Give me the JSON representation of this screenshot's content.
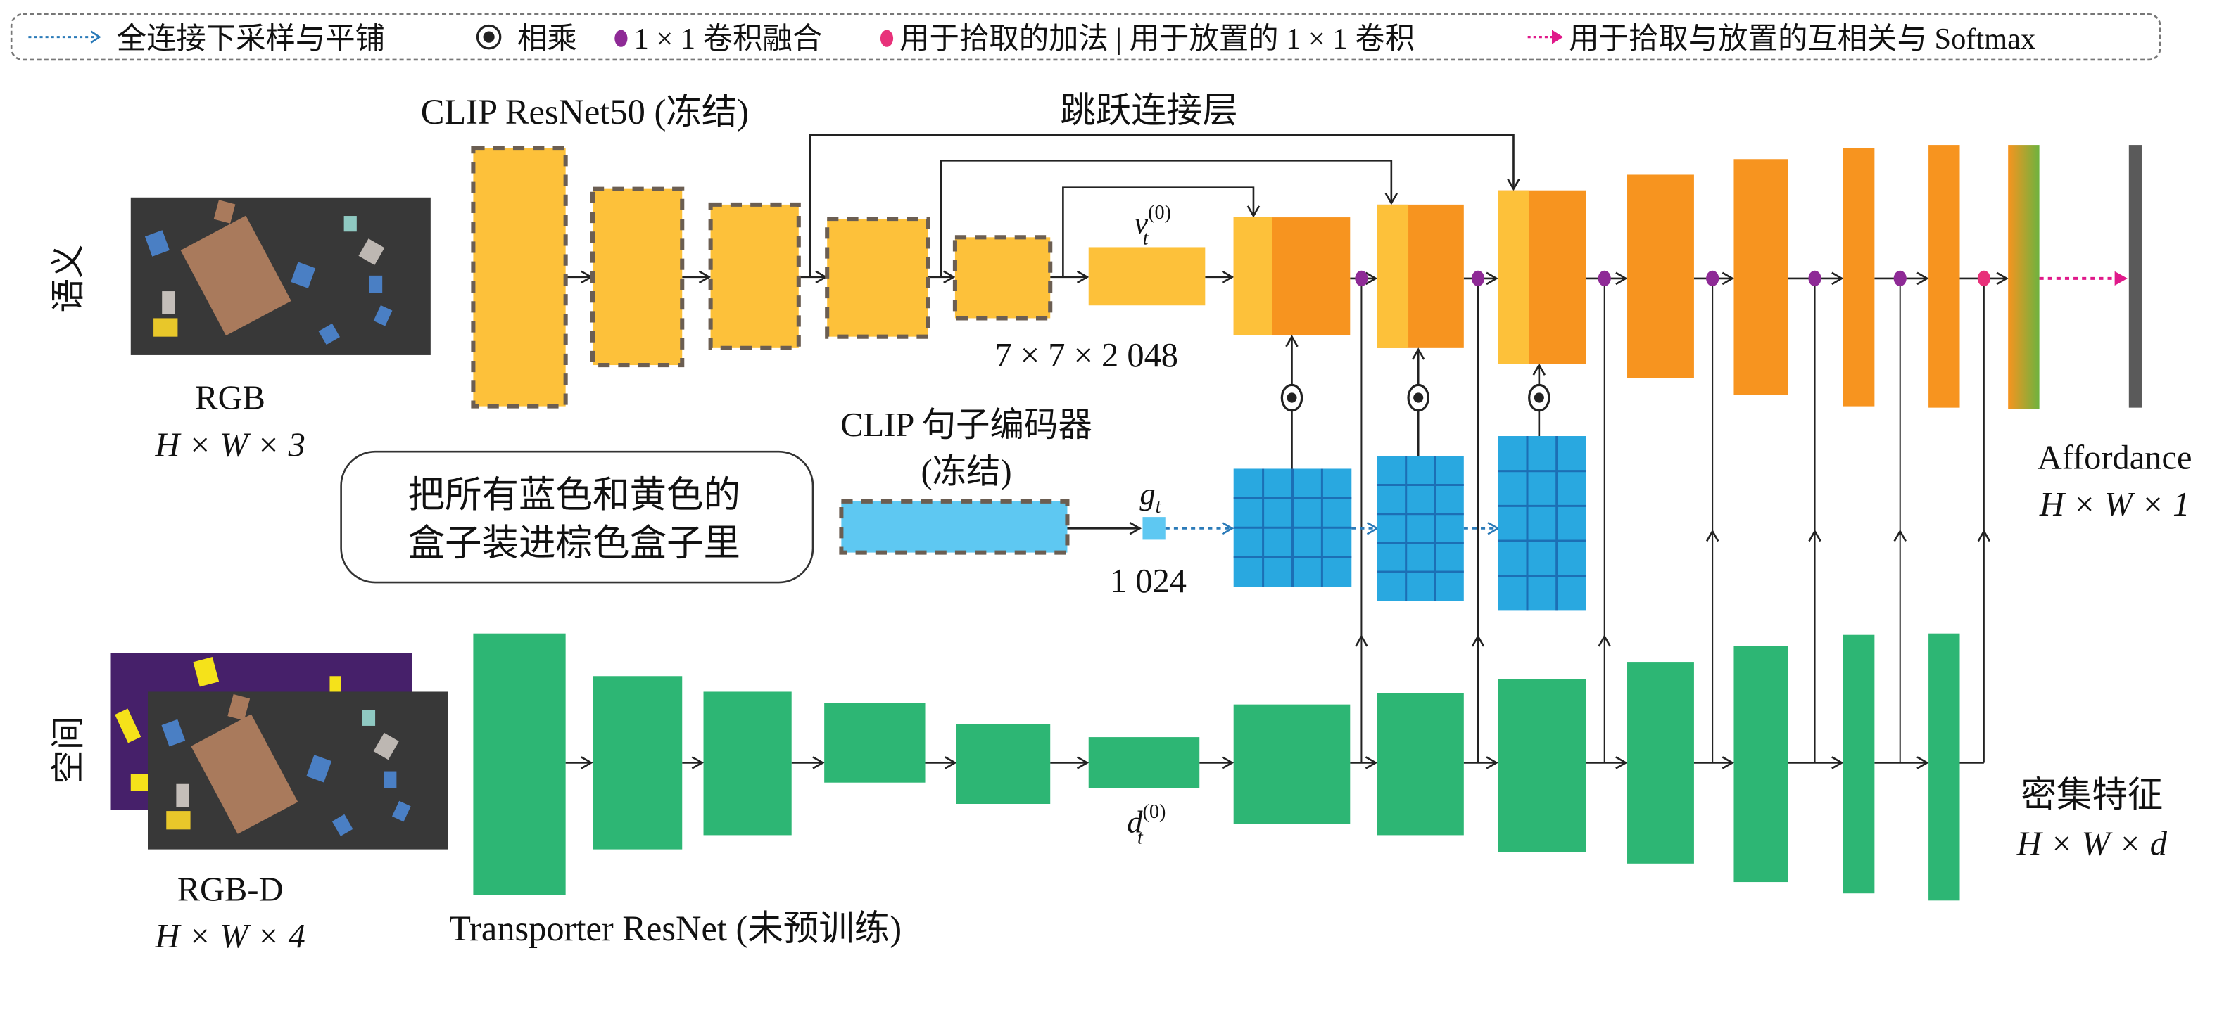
{
  "legend": {
    "items": [
      {
        "icon": "dotted-blue-arrow-icon",
        "label": "全连接下采样与平铺",
        "color": "#2a7ab8"
      },
      {
        "icon": "odot-icon",
        "label": "相乘",
        "color": "#222222"
      },
      {
        "icon": "purple-dot-icon",
        "label": "1 × 1 卷积融合",
        "color": "#8e2a96"
      },
      {
        "icon": "pink-dot-icon",
        "label": "用于拾取的加法 | 用于放置的 1 × 1 卷积",
        "color": "#e8317a"
      },
      {
        "icon": "dotted-pink-arrow-icon",
        "label": "用于拾取与放置的互相关与 Softmax",
        "color": "#e0198a"
      }
    ]
  },
  "rows": {
    "semantic_label": "语义",
    "spatial_label": "空间"
  },
  "inputs": {
    "rgb": {
      "name": "RGB",
      "dims": "H × W × 3"
    },
    "rgbd": {
      "name": "RGB-D",
      "dims": "H × W × 4"
    },
    "instruction": {
      "line1": "把所有蓝色和黄色的",
      "line2": "盒子装进棕色盒子里"
    }
  },
  "encoders": {
    "clip_resnet": "CLIP ResNet50 (冻结)",
    "skip_label": "跳跃连接层",
    "sentence_encoder_line1": "CLIP 句子编码器",
    "sentence_encoder_line2": "(冻结)",
    "transporter": "Transporter ResNet (未预训练)"
  },
  "features": {
    "vt_base": "v",
    "vt_sub": "t",
    "vt_sup": "(0)",
    "vt_dims": "7 × 7 × 2 048",
    "gt_base": "g",
    "gt_sub": "t",
    "gt_dims": "1 024",
    "dt_base": "d",
    "dt_sub": "t",
    "dt_sup": "(0)"
  },
  "outputs": {
    "affordance": {
      "name": "Affordance",
      "dims": "H × W × 1"
    },
    "dense": {
      "name": "密集特征",
      "dims": "H × W × d"
    }
  },
  "colors": {
    "clip_yellow": "#fdc13a",
    "decoder_orange": "#f7941f",
    "transporter_green": "#2db674",
    "language_blue": "#5ec8f2",
    "grid_blue": "#29a8e0",
    "grid_line": "#1c6fb5",
    "output_gray": "#5a5a5a",
    "frozen_border": "#6b5e52"
  }
}
